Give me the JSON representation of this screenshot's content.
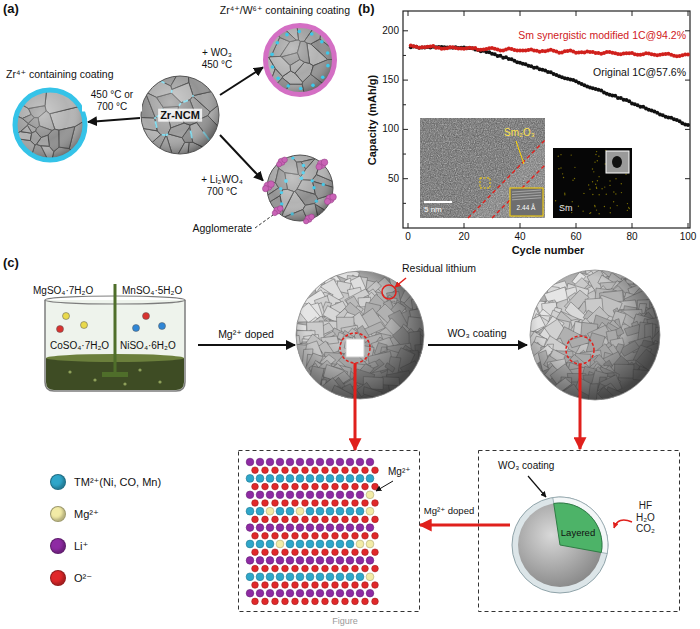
{
  "diagram": {
    "nodes": [
      {
        "text": [
          "Zr⁴⁺ containing coating"
        ]
      },
      {
        "text": [
          "Zr-NCM"
        ]
      },
      {
        "text": [
          "Zr⁴⁺/W⁶⁺ containing coating"
        ]
      },
      {
        "text": [
          "Agglomerate"
        ]
      },
      {
        "text": [
          "MgSO₄·7H₂O",
          "MnSO₄·5H₂O",
          "CoSO₄·7H₂O",
          "NiSO₄·6H₂O"
        ]
      },
      {
        "text": [
          "Residual lithium"
        ]
      },
      {
        "text": [
          "Mg²⁺"
        ]
      },
      {
        "text": [
          "WO₃ coating",
          "HF H₂O CO₂"
        ]
      },
      {
        "text": [
          "Layered"
        ],
        "in": 7
      }
    ],
    "edges": [
      {
        "from": 1,
        "to": 0,
        "arrow": "to",
        "label": "450 °C or 700 °C"
      },
      {
        "from": 1,
        "to": 2,
        "arrow": "to",
        "label": "+ WO₃ 450 °C"
      },
      {
        "from": 1,
        "to": 3,
        "arrow": "to",
        "label": "+ Li₂WO₄ 700 °C"
      },
      {
        "from": 4,
        "to": 5,
        "arrow": "to",
        "label": "Mg²⁺ doped"
      },
      {
        "from": 5,
        "to": 6,
        "arrow": "to"
      },
      {
        "from": 8,
        "to": 6,
        "arrow": "to",
        "label": "Mg²⁺ doped"
      }
    ],
    "labels": [
      "(a)",
      "(b)",
      "Sm synergistic modified 1C@94.2%",
      "Original 1C@57.6%",
      "Sm₂O₃",
      "2.44 Å",
      "5 nm",
      "Sm",
      "50",
      "100",
      "150",
      "200",
      "0",
      "20",
      "40",
      "60",
      "80",
      "100",
      "Capacity (mAh/g)",
      "Cycle number",
      "(c)",
      "WO₃ coating",
      "Figure"
    ],
    "legend": [
      {
        "text": "TM²⁺(Ni, CO, Mn)",
        "color": "#2fa6c9"
      },
      {
        "text": "Mg²⁺",
        "color": "#f2eba6"
      },
      {
        "text": "Li⁺",
        "color": "#8e2aa3"
      },
      {
        "text": "O²⁻",
        "color": "#e0282a"
      }
    ]
  }
}
